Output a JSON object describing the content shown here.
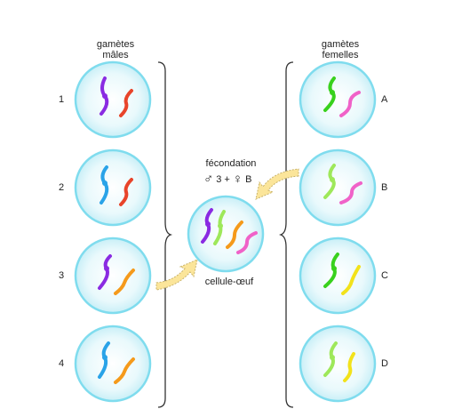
{
  "male_column": {
    "title_line1": "gamètes",
    "title_line2": "mâles",
    "labels": [
      "1",
      "2",
      "3",
      "4"
    ]
  },
  "female_column": {
    "title_line1": "gamètes",
    "title_line2": "femelles",
    "labels": [
      "A",
      "B",
      "C",
      "D"
    ]
  },
  "center": {
    "fecondation_label": "fécondation",
    "male_symbol": "♂",
    "male_number": "3",
    "plus": "+",
    "female_symbol": "♀",
    "female_letter": "B",
    "egg_label": "cellule-œuf"
  },
  "colors": {
    "cell_fill": "#dff6fb",
    "cell_ring": "#7fdcee",
    "bracket": "#333333",
    "arrow_fill": "#fbe59a",
    "arrow_stroke": "#c9b36a",
    "purple": "#8a2be2",
    "red": "#e8442a",
    "blue": "#2aa3e8",
    "orange": "#f59a1b",
    "green": "#39d11d",
    "light_green": "#9ee85a",
    "pink": "#f062c8",
    "yellow": "#f2e21b"
  }
}
